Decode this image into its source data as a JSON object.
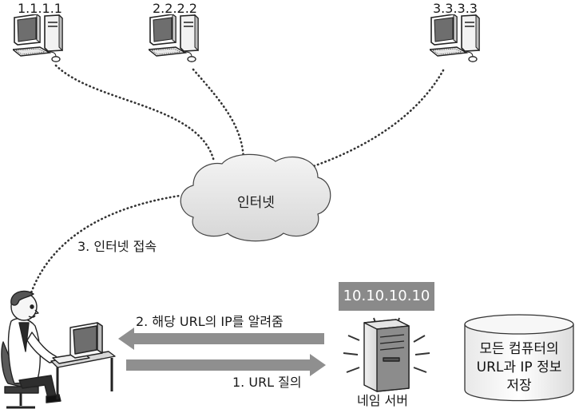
{
  "computers": [
    {
      "ip": "1.1.1.1"
    },
    {
      "ip": "2.2.2.2"
    },
    {
      "ip": "3.3.3.3"
    }
  ],
  "cloud": {
    "label": "인터넷"
  },
  "steps": {
    "step3": "3. 인터넷 접속",
    "step2": "2. 해당 URL의 IP를 알려줌",
    "step1": "1. URL 질의"
  },
  "name_server": {
    "ip": "10.10.10.10",
    "label": "네임 서버"
  },
  "database": {
    "lines": [
      "모든 컴퓨터의",
      "URL과 IP 정보",
      "저장"
    ]
  }
}
